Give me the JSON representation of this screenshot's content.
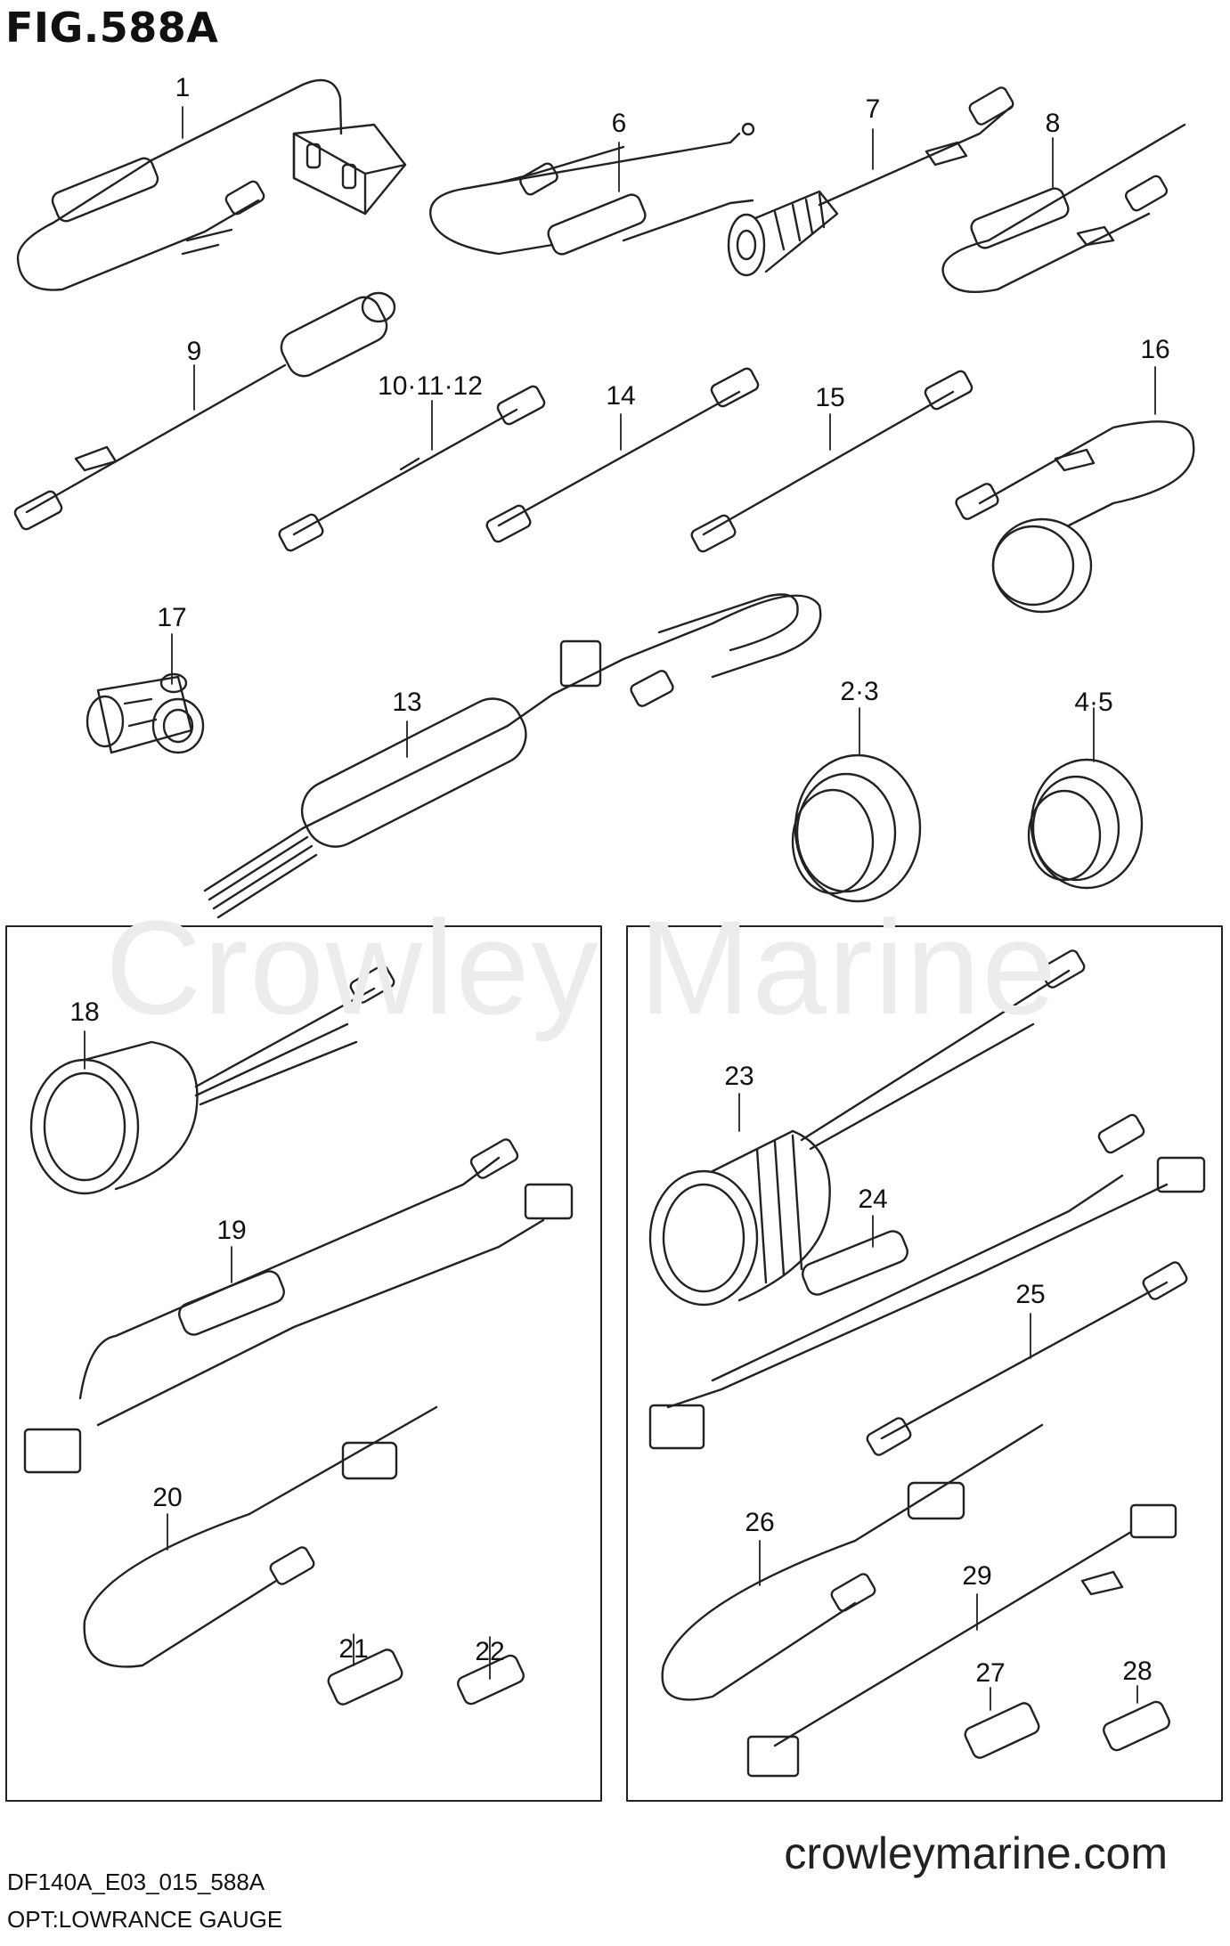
{
  "figure": {
    "title": "FIG.588A",
    "watermark": "Crowley Marine",
    "website": "crowleymarine.com",
    "model_code": "DF140A_E03_015_588A",
    "option_label": "OPT:LOWRANCE GAUGE"
  },
  "callouts": {
    "c1": "1",
    "c6": "6",
    "c7": "7",
    "c8": "8",
    "c9": "9",
    "c10": "10·11·12",
    "c14": "14",
    "c15": "15",
    "c16": "16",
    "c17": "17",
    "c13": "13",
    "c23": "2·3",
    "c45": "4·5",
    "c18": "18",
    "c19": "19",
    "c20": "20",
    "c21": "21",
    "c22": "22",
    "c23b": "23",
    "c24": "24",
    "c25": "25",
    "c26": "26",
    "c29": "29",
    "c27": "27",
    "c28": "28"
  }
}
